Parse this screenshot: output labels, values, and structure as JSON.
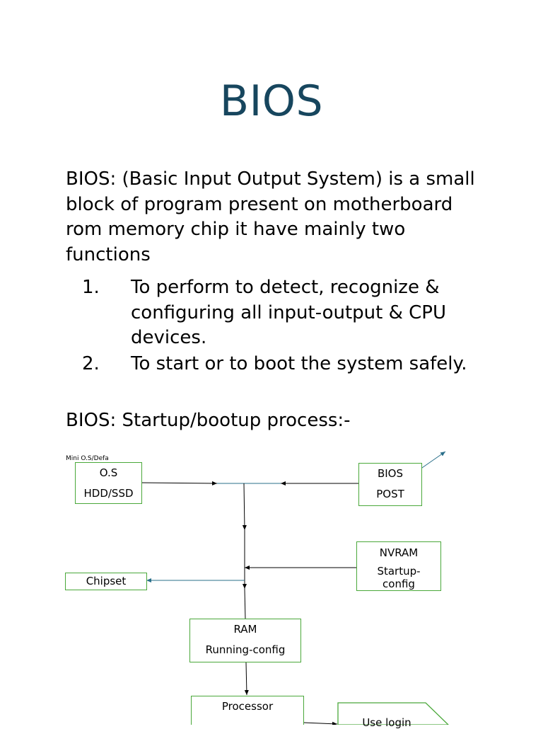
{
  "page": {
    "title": "BIOS",
    "intro": "BIOS: (Basic Input Output System) is a small block of program present on motherboard rom memory chip it have mainly two functions",
    "functions": [
      {
        "num": "1.",
        "text": "To perform to detect, recognize & configuring all input-output & CPU devices."
      },
      {
        "num": "2.",
        "text": "To start or to boot the system safely."
      }
    ],
    "process_heading": "BIOS: Startup/bootup process:-"
  },
  "diagram": {
    "note": "Mini O.S/Defa",
    "os_box": {
      "line1": "O.S",
      "line2": "HDD/SSD"
    },
    "bios_box": {
      "line1": "BIOS",
      "line2": "POST"
    },
    "nvram_box": {
      "line1": "NVRAM",
      "line2": "Startup-config"
    },
    "chipset_box": {
      "label": "Chipset"
    },
    "ram_box": {
      "line1": "RAM",
      "line2": "Running-config"
    },
    "processor_box": {
      "label": "Processor"
    },
    "login_box": {
      "label": "Use login"
    },
    "colors": {
      "box_border": "#4aa83a",
      "teal_line": "#2a6f8a",
      "title": "#17465e"
    }
  }
}
